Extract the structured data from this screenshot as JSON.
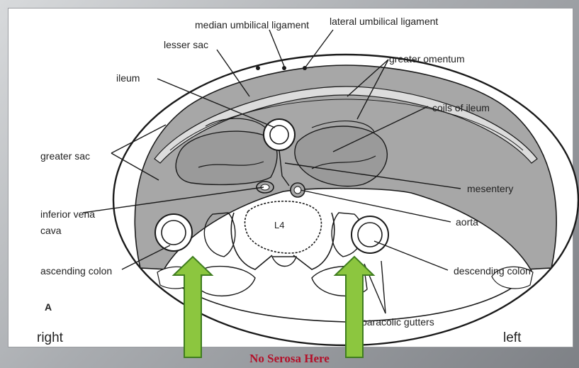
{
  "labels": {
    "median_umbilical_ligament": "median umbilical ligament",
    "lateral_umbilical_ligament": "lateral umbilical ligament",
    "lesser_sac": "lesser sac",
    "greater_omentum": "greater omentum",
    "ileum": "ileum",
    "coils_of_ileum": "coils of ileum",
    "greater_sac": "greater sac",
    "mesentery": "mesentery",
    "inferior_vena_cava_1": "inferior vena",
    "inferior_vena_cava_2": "cava",
    "aorta": "aorta",
    "ascending_colon": "ascending colon",
    "descending_colon": "descending colon",
    "paracolic_gutters": "paracolic gutters",
    "vertebra": "L4",
    "panel_letter": "A",
    "right": "right",
    "left": "left"
  },
  "caption": "No Serosa Here",
  "colors": {
    "peritoneal_cavity": "#a7a7a7",
    "arrow_fill": "#8cc63f",
    "arrow_stroke": "#3f7d1f",
    "caption": "#b3112a"
  }
}
